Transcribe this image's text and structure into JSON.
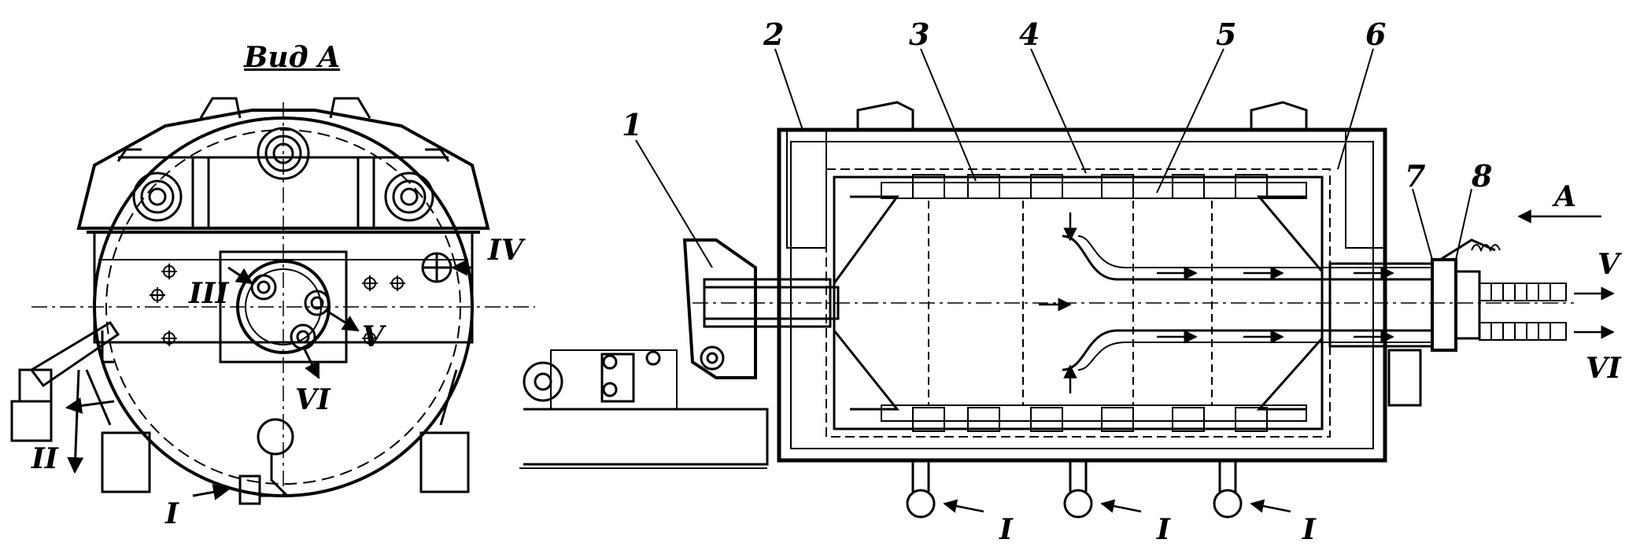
{
  "view_title": "Вид A",
  "parts": [
    "1",
    "2",
    "3",
    "4",
    "5",
    "6",
    "7",
    "8"
  ],
  "view_arrow_label": "A",
  "end_view_flows": {
    "inlet": "I",
    "outlet_left": "II",
    "upper_left": "III",
    "right": "IV",
    "upper_right": "V",
    "lower_right": "VI"
  },
  "section_flows": {
    "inlet_1": "I",
    "inlet_2": "I",
    "inlet_3": "I",
    "outlet_top": "V",
    "outlet_bottom": "VI"
  }
}
